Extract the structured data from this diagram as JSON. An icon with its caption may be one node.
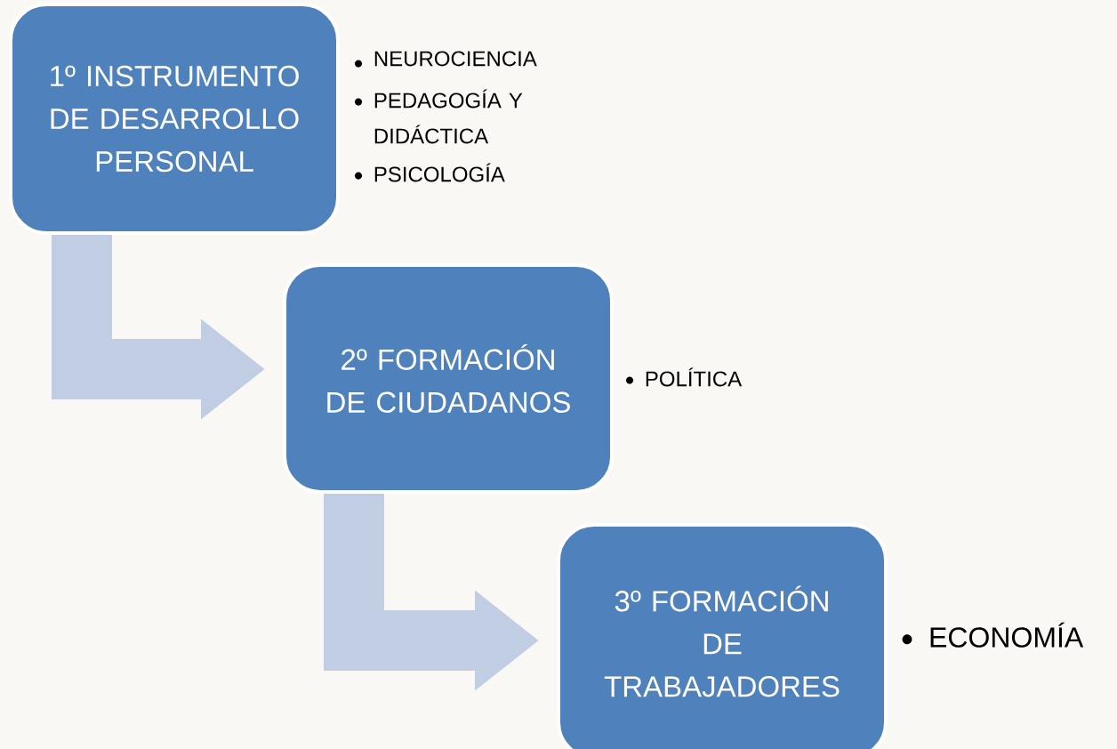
{
  "diagram": {
    "nodes": [
      {
        "text": [
          "1º INSTRUMENTO DE DESARROLLO PERSONAL"
        ],
        "beside": [
          "NEUROCIENCIA",
          "PEDAGOGÍA Y DIDÁCTICA",
          "PSICOLOGÍA"
        ]
      },
      {
        "text": [
          "2º FORMACIÓN DE CIUDADANOS"
        ],
        "beside": [
          "POLÍTICA"
        ]
      },
      {
        "text": [
          "3º FORMACIÓN DE TRABAJADORES"
        ],
        "beside": [
          "ECONOMÍA"
        ]
      }
    ],
    "edges": [
      {
        "from": 0,
        "to": 1,
        "arrow": "to"
      },
      {
        "from": 1,
        "to": 2,
        "arrow": "to"
      }
    ]
  }
}
